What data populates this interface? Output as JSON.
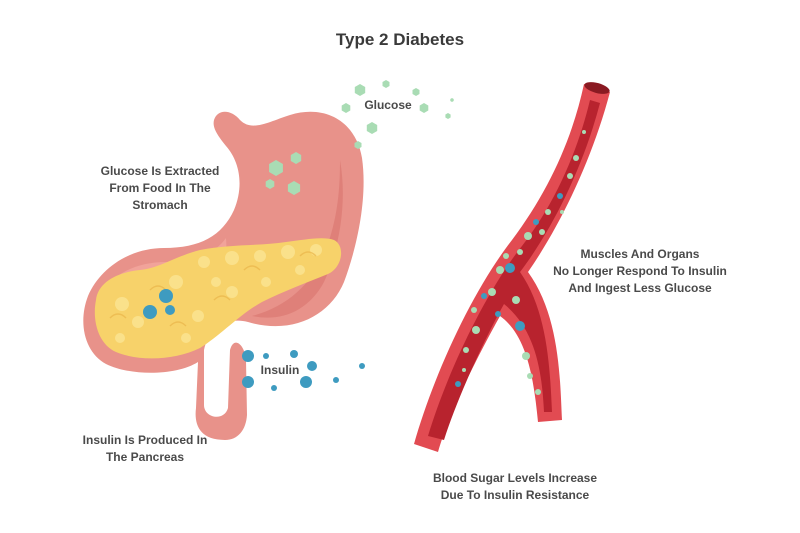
{
  "title": "Type 2 Diabetes",
  "tags": {
    "glucose": "Glucose",
    "insulin": "Insulin"
  },
  "labels": {
    "stomach": [
      "Glucose Is Extracted",
      "From Food In The",
      "Stromach"
    ],
    "pancreas": [
      "Insulin Is Produced In",
      "The Pancreas"
    ],
    "muscles": [
      "Muscles And Organs",
      "No Longer Respond To Insulin",
      "And Ingest Less Glucose"
    ],
    "blood": [
      "Blood Sugar Levels Increase",
      "Due To Insulin Resistance"
    ]
  },
  "colors": {
    "stomach_fill": "#e8928a",
    "stomach_shadow": "#d9756e",
    "pancreas_fill": "#f7d26a",
    "pancreas_light": "#fbe38f",
    "vessel_outer": "#d93a44",
    "vessel_inner": "#b8232e",
    "glucose": "#a9dcb4",
    "insulin": "#3e9bc0",
    "text": "#4a4a4a"
  },
  "icons": {
    "glucose_particle": "hexagon-icon",
    "insulin_particle": "circle-dot-icon"
  }
}
